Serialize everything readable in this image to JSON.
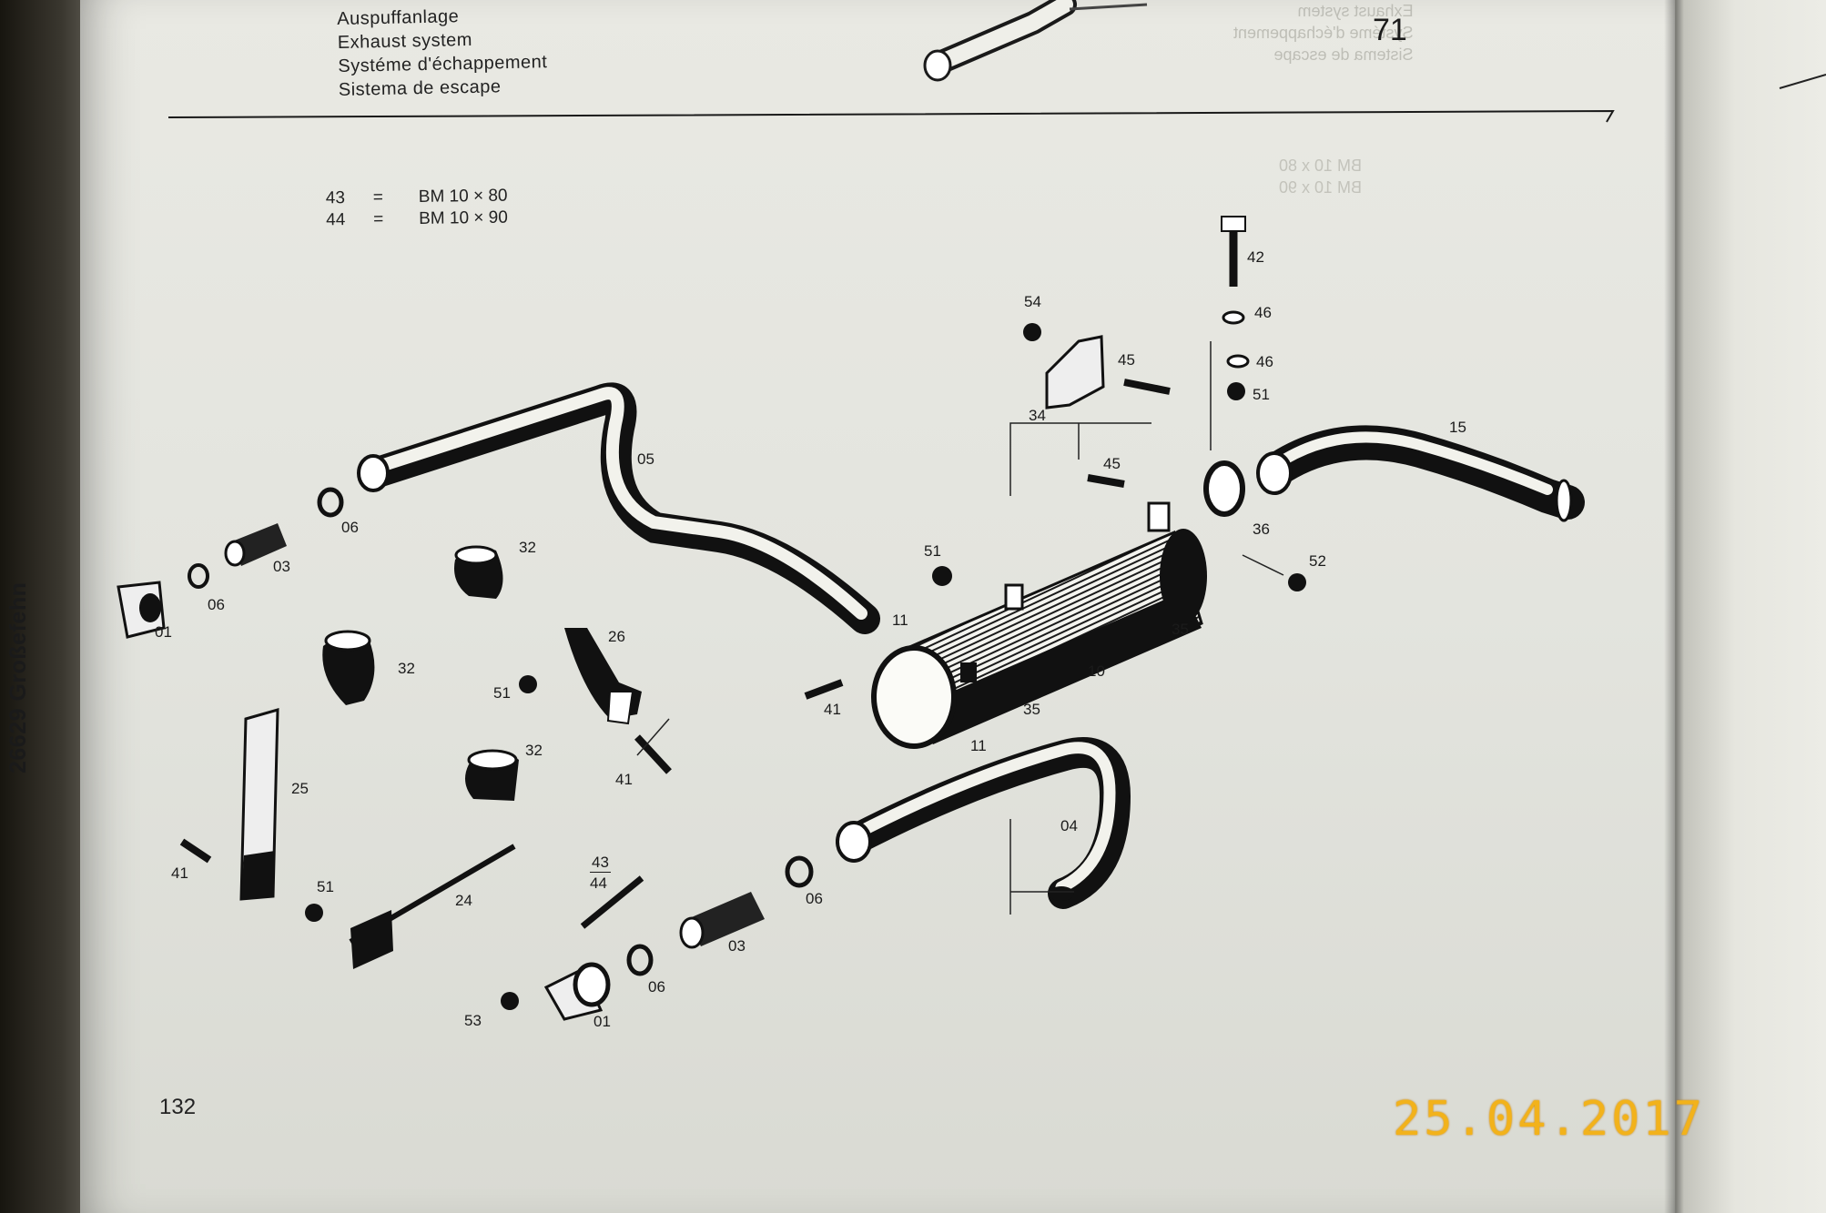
{
  "title": {
    "line1": "Auspuffanlage",
    "line2": "Exhaust system",
    "line3": "Systéme d'échappement",
    "line4": "Sistema de escape"
  },
  "section_number": "71",
  "ghost_text": {
    "line1": "Exhaust system",
    "line2": "Systéme d'échappement",
    "line3": "Sistema de escape",
    "bm1": "BM 10 x 80",
    "bm2": "BM 10 x 90"
  },
  "legend": [
    {
      "n": "43",
      "eq": "=",
      "v": "BM 10 × 80"
    },
    {
      "n": "44",
      "eq": "=",
      "v": "BM 10 × 90"
    }
  ],
  "part_labels": {
    "p42": "42",
    "p46a": "46",
    "p46b": "46",
    "p51a": "51",
    "p54": "54",
    "p45a": "45",
    "p34": "34",
    "p45b": "45",
    "p15": "15",
    "p36": "36",
    "p52": "52",
    "p05": "05",
    "p06a": "06",
    "p03a": "03",
    "p06b": "06",
    "p01a": "01",
    "p32a": "32",
    "p32b": "32",
    "p26": "26",
    "p51b": "51",
    "p41a": "41",
    "p11a": "11",
    "p51c": "51",
    "p35a": "35",
    "p10": "10",
    "p41b": "41",
    "p35b": "35",
    "p11b": "11",
    "p32c": "32",
    "p25": "25",
    "p41c": "41",
    "p04": "04",
    "p43": "43",
    "p44": "44",
    "p24": "24",
    "p51d": "51",
    "p06c": "06",
    "p03b": "03",
    "p06d": "06",
    "p53": "53",
    "p01b": "01"
  },
  "page_number": "132",
  "side_text": "26629 Großefehn",
  "date_stamp": "25.04.2017",
  "colors": {
    "page": "#e5e5df",
    "ink": "#1b1b1b",
    "stamp": "#f2b21b"
  }
}
